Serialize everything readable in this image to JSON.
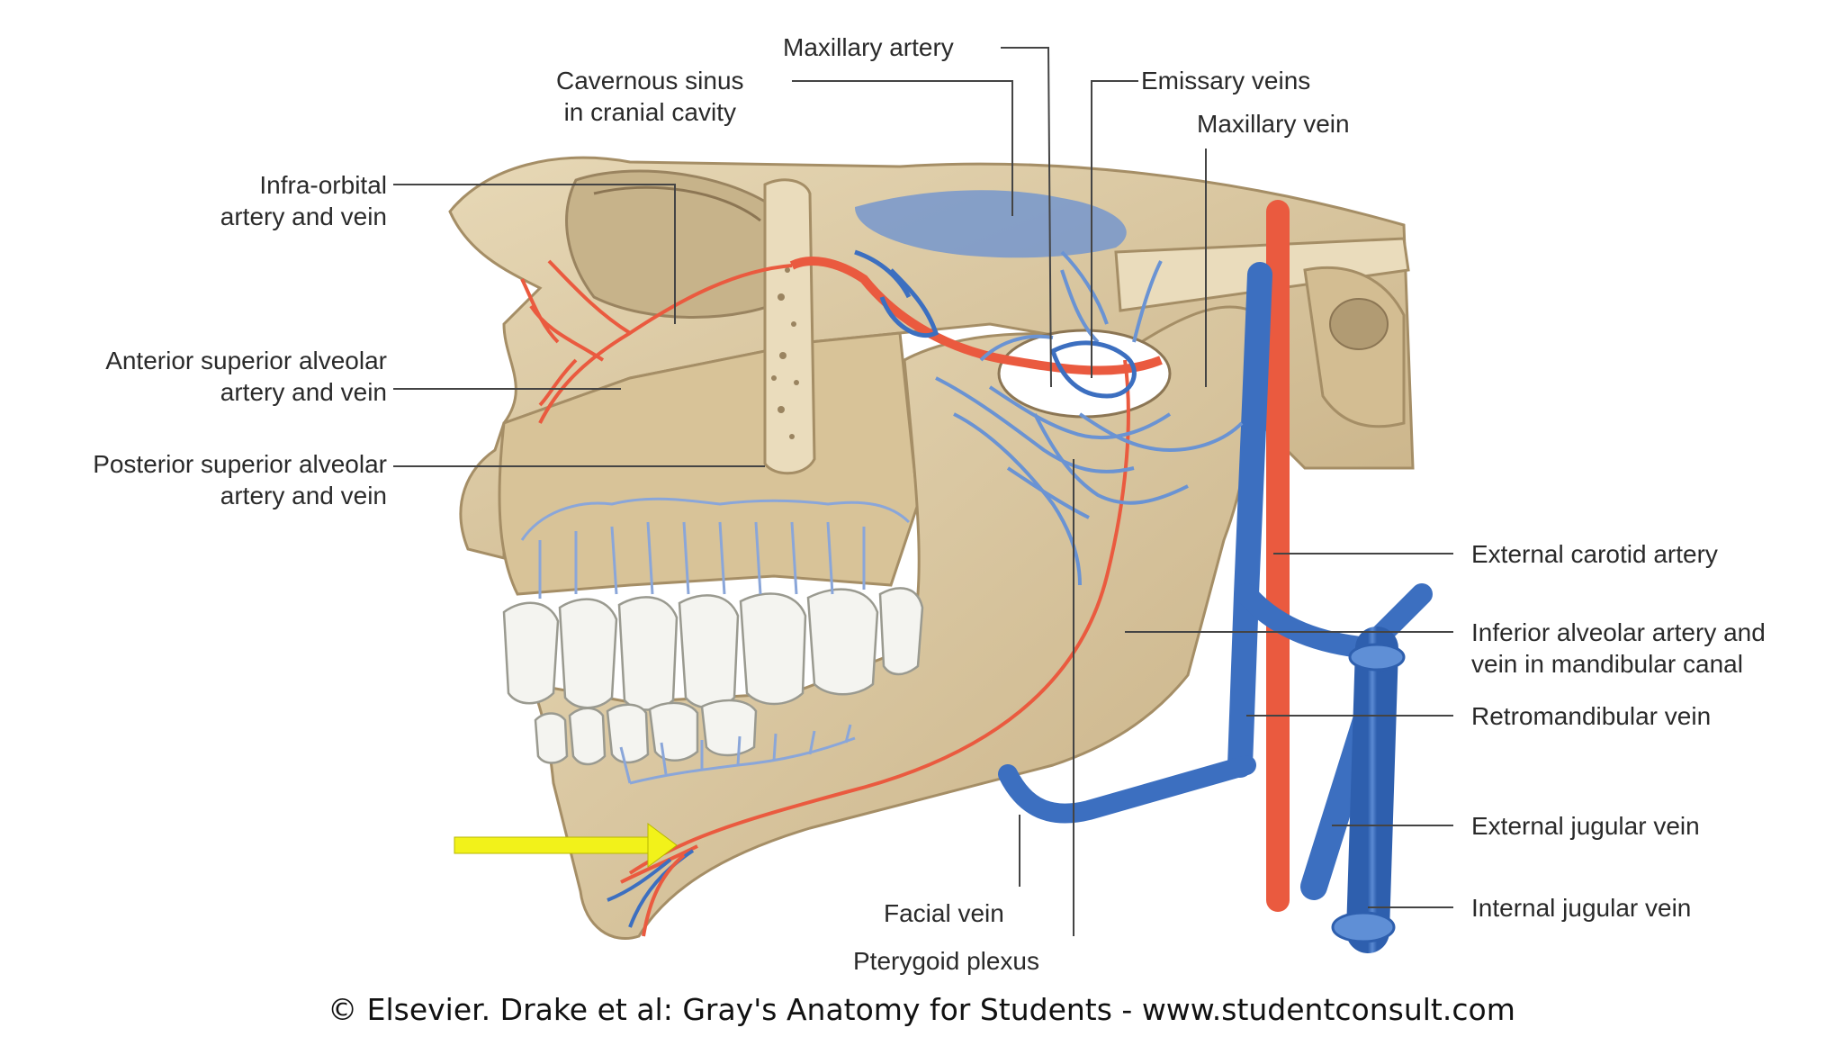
{
  "labels": {
    "maxillary_artery": "Maxillary artery",
    "cavernous_sinus": [
      "Cavernous sinus",
      "in cranial cavity"
    ],
    "emissary_veins": "Emissary veins",
    "maxillary_vein": "Maxillary vein",
    "infra_orbital": [
      "Infra-orbital",
      "artery and vein"
    ],
    "anterior_superior_alveolar": [
      "Anterior superior alveolar",
      "artery and vein"
    ],
    "posterior_superior_alveolar": [
      "Posterior superior alveolar",
      "artery and vein"
    ],
    "external_carotid_artery": "External carotid artery",
    "inferior_alveolar": [
      "Inferior alveolar artery and",
      "vein in mandibular canal"
    ],
    "retromandibular_vein": "Retromandibular vein",
    "external_jugular_vein": "External jugular vein",
    "internal_jugular_vein": "Internal jugular vein",
    "facial_vein": "Facial vein",
    "pterygoid_plexus": "Pterygoid plexus"
  },
  "credit": "© Elsevier. Drake et al: Gray's Anatomy for Students - www.studentconsult.com",
  "colors": {
    "bone": "#dcc9a2",
    "bone_shadow": "#b9a27a",
    "artery": "#ea5a3f",
    "vein": "#3c6fc0",
    "vein_light": "#6a93d3",
    "tooth": "#f4f4f0",
    "leader": "#444444",
    "pointer_arrow": "#f2f21a"
  }
}
